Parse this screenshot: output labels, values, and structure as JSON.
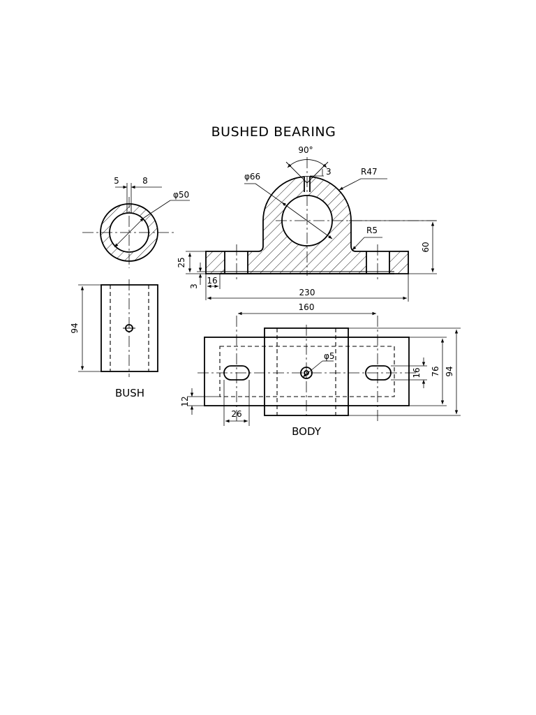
{
  "title": "BUSHED BEARING",
  "views": {
    "bush_label": "BUSH",
    "body_label": "BODY"
  },
  "dimensions": {
    "bush_5": "5",
    "bush_8": "8",
    "bush_dia50": "φ50",
    "bush_94": "94",
    "angle_90": "90°",
    "slot_3": "3",
    "radius_47": "R47",
    "bore_dia66": "φ66",
    "radius_5": "R5",
    "height_60": "60",
    "base_25": "25",
    "base_3": "3",
    "base_16": "16",
    "length_230": "230",
    "centers_160": "160",
    "hole_dia5": "φ5",
    "slot_16": "16",
    "width_76": "76",
    "width_94": "94",
    "slot_12": "12",
    "slot_26": "26"
  }
}
